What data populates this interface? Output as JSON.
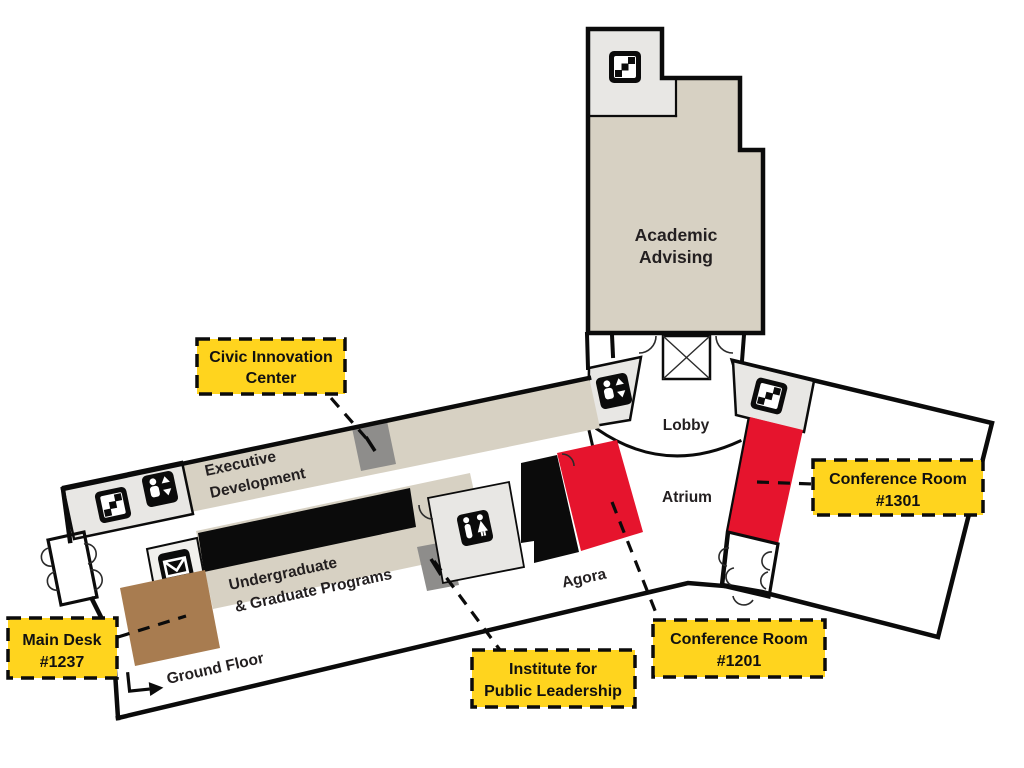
{
  "map": {
    "rooms": {
      "academic_advising": {
        "line1": "Academic",
        "line2": "Advising"
      },
      "executive_development": {
        "line1": "Executive",
        "line2": "Development"
      },
      "undergrad_programs": {
        "line1": "Undergraduate",
        "line2": "& Graduate Programs"
      },
      "lobby": "Lobby",
      "atrium": "Atrium",
      "agora": "Agora",
      "ground_floor": "Ground Floor"
    },
    "callouts": {
      "civic_innovation_center": {
        "line1": "Civic Innovation",
        "line2": "Center"
      },
      "main_desk": {
        "line1": "Main Desk",
        "line2": "#1237"
      },
      "institute_public_leadership": {
        "line1": "Institute for",
        "line2": "Public Leadership"
      },
      "conference_room_1301": {
        "line1": "Conference Room",
        "line2": "#1301"
      },
      "conference_room_1201": {
        "line1": "Conference Room",
        "line2": "#1201"
      }
    },
    "icons": [
      "stairs-icon",
      "elevator-icon",
      "restroom-icon",
      "mail-icon",
      "elevator-shaft-icon"
    ],
    "colors": {
      "room_fill_beige": "#D7D1C3",
      "room_fill_gray": "#E8E7E4",
      "divider_gray": "#8E8D8B",
      "room_fill_black": "#0B0B0B",
      "room_fill_red": "#E6142D",
      "room_fill_brown": "#A87C50",
      "callout_yellow": "#FFD41E",
      "wall_black": "#0B0B0B",
      "text_dark": "#231F20"
    }
  }
}
